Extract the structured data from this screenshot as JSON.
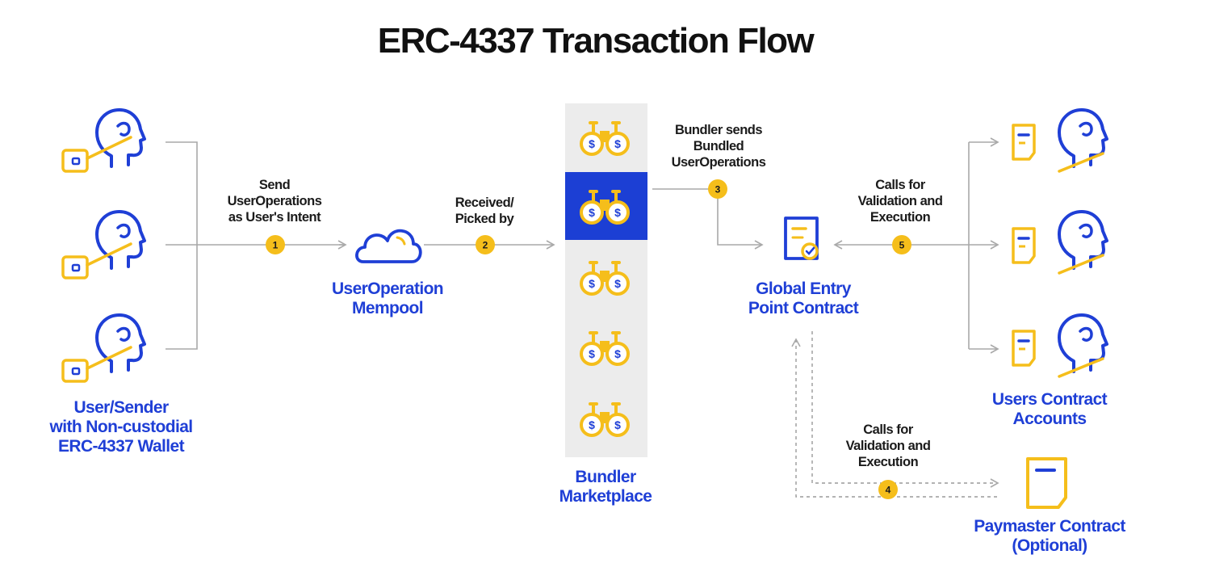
{
  "title": "ERC-4337 Transaction Flow",
  "nodes": {
    "sender": [
      "User/Sender",
      "with Non-custodial",
      "ERC-4337 Wallet"
    ],
    "mempool": [
      "UserOperation",
      "Mempool"
    ],
    "bundler": [
      "Bundler",
      "Marketplace"
    ],
    "entry_point": [
      "Global Entry",
      "Point Contract"
    ],
    "contract_accounts": [
      "Users Contract",
      "Accounts"
    ],
    "paymaster": [
      "Paymaster Contract",
      "(Optional)"
    ]
  },
  "steps": [
    {
      "number": "1",
      "caption": [
        "Send",
        "UserOperations",
        "as User's Intent"
      ]
    },
    {
      "number": "2",
      "caption": [
        "Received/",
        "Picked by"
      ]
    },
    {
      "number": "3",
      "caption": [
        "Bundler sends",
        "Bundled",
        "UserOperations"
      ]
    },
    {
      "number": "4",
      "caption": [
        "Calls for",
        "Validation and",
        "Execution"
      ]
    },
    {
      "number": "5",
      "caption": [
        "Calls for",
        "Validation and",
        "Execution"
      ]
    }
  ],
  "icons": {
    "sender": [
      "user-head-icon",
      "wallet-icon"
    ],
    "mempool": "cloud-icon",
    "bundler": "binoculars-dollar-icon",
    "entry_point": "contract-document-icon",
    "contract_accounts": [
      "document-icon",
      "user-head-icon"
    ],
    "paymaster": "document-icon"
  },
  "colors": {
    "blue": "#1f3fd6",
    "yellow": "#f5be1b",
    "highlight": "#1c3fd4",
    "panel": "#ececec",
    "line": "#a9a9a9"
  }
}
